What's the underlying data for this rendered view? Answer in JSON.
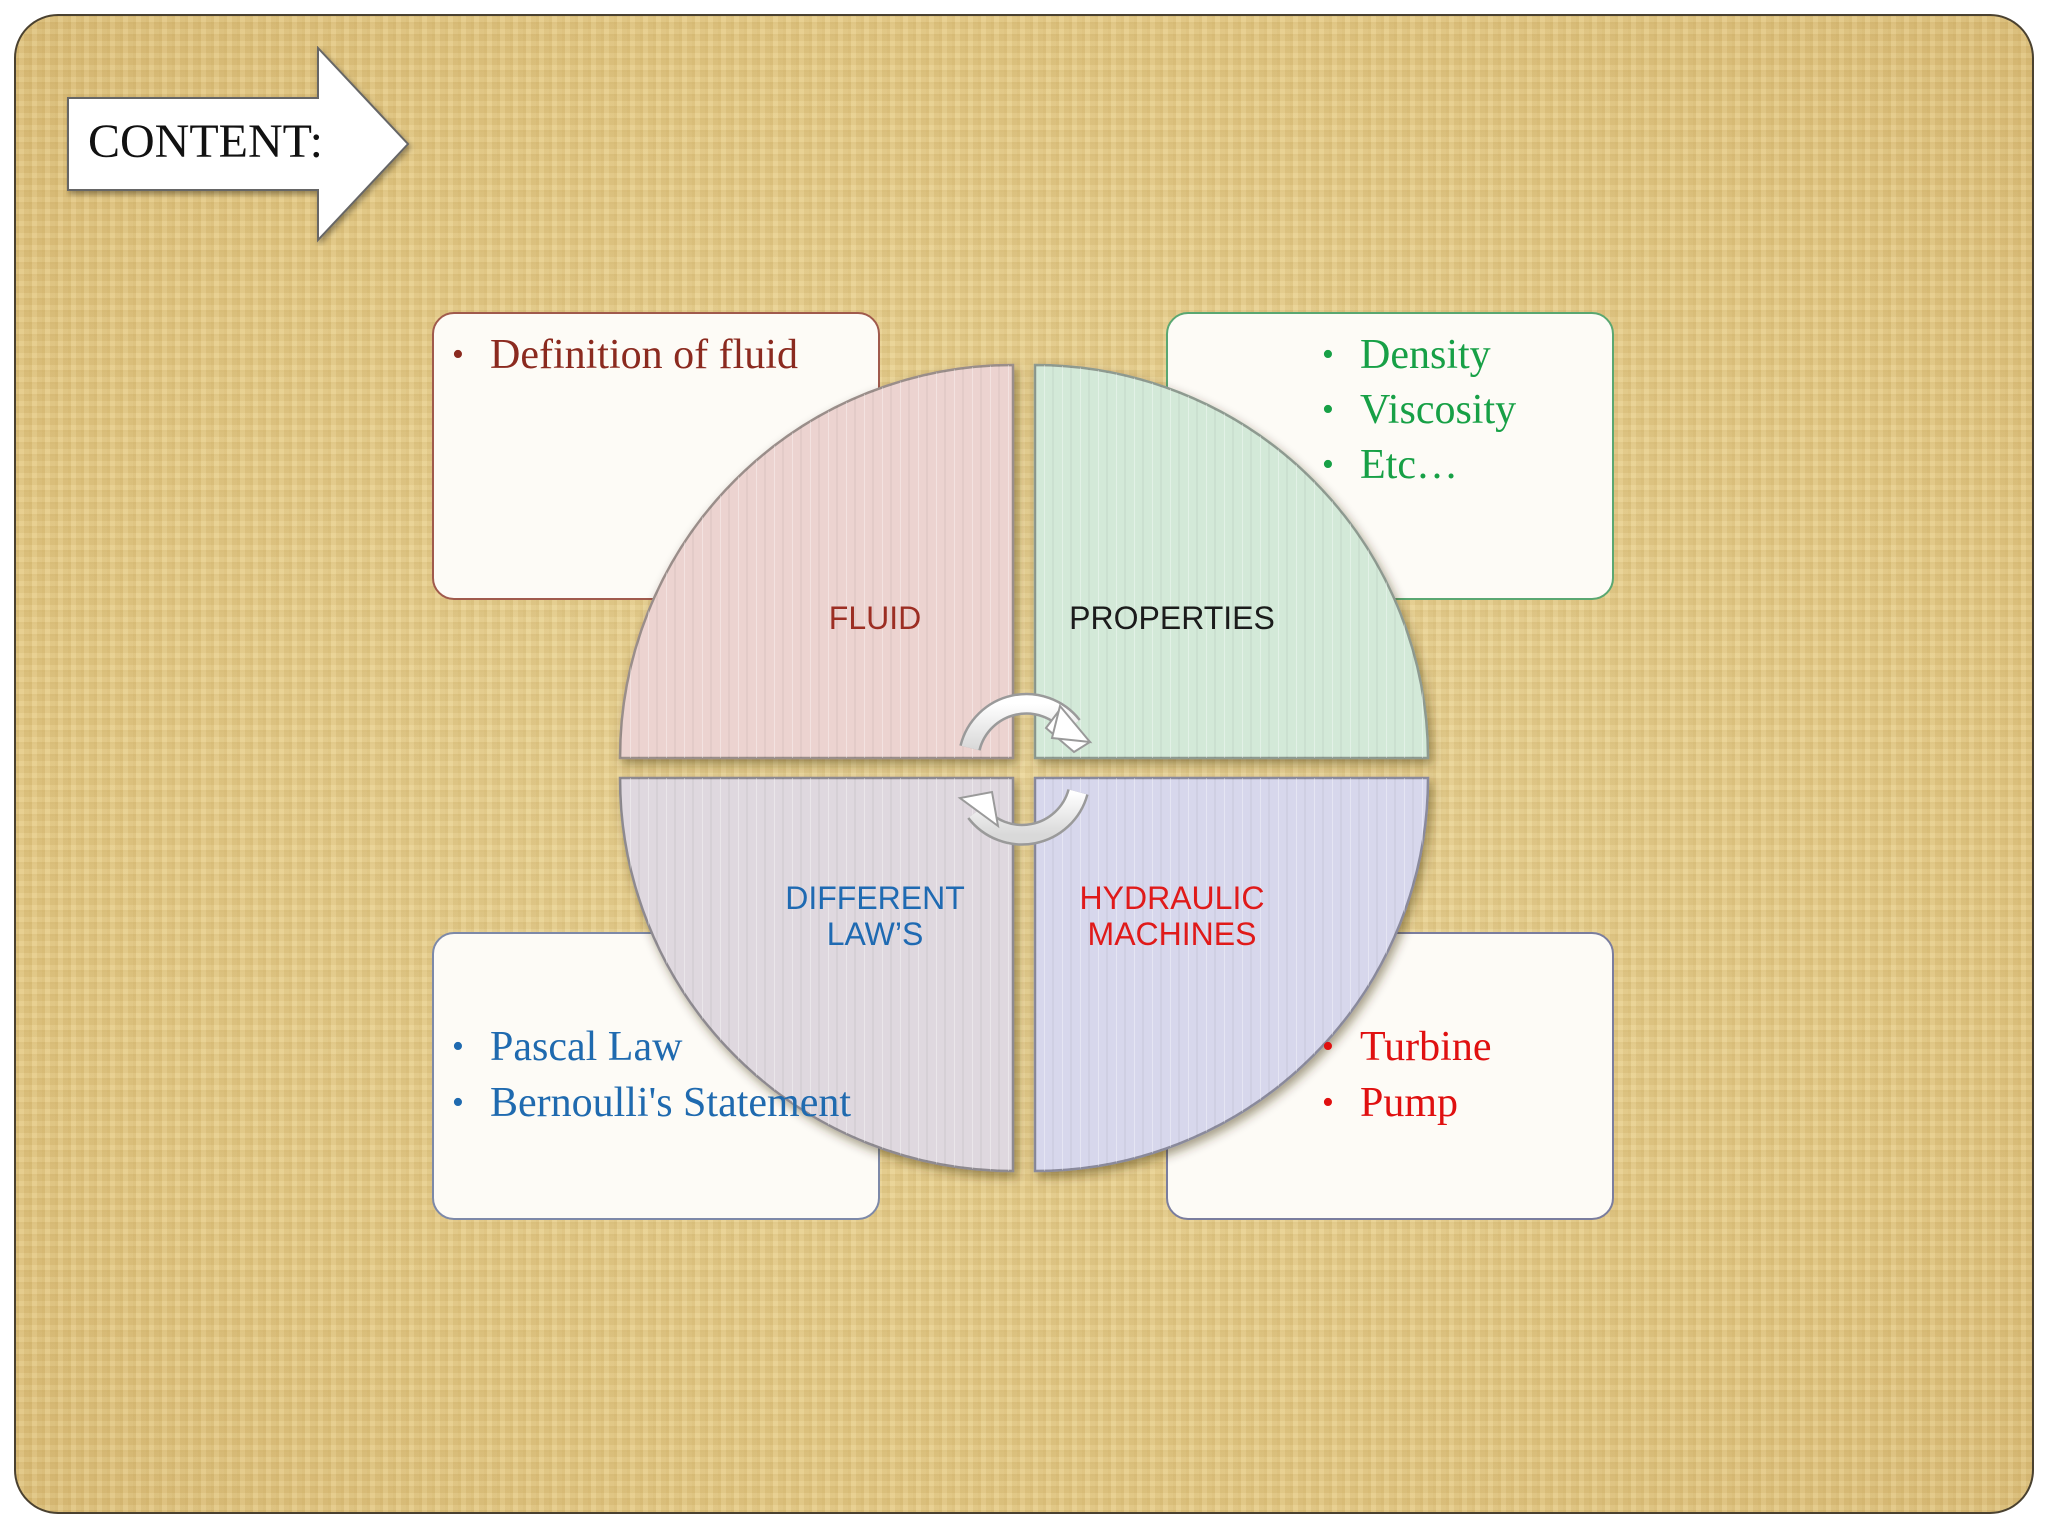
{
  "slide": {
    "title": "CONTENT:"
  },
  "quadrants": {
    "fluid": {
      "label": "FLUID",
      "bullets": [
        "Definition of fluid"
      ]
    },
    "properties": {
      "label": "PROPERTIES",
      "bullets": [
        "Density",
        "Viscosity",
        "Etc…"
      ]
    },
    "laws": {
      "label_line1": "DIFFERENT",
      "label_line2": "LAW’S",
      "bullets": [
        "Pascal Law",
        "Bernoulli's Statement"
      ]
    },
    "machines": {
      "label_line1": "HYDRAULIC",
      "label_line2": "MACHINES",
      "bullets": [
        "Turbine",
        "Pump"
      ]
    }
  },
  "colors": {
    "fluid_fill": "#ecd3d0",
    "properties_fill": "#d3e9d8",
    "laws_fill": "#dfd8df",
    "machines_fill": "#d7d7ec",
    "fluid_text": "#8b2a1f",
    "properties_text": "#17a046",
    "laws_text": "#1f6aaf",
    "machines_text": "#e01010"
  }
}
